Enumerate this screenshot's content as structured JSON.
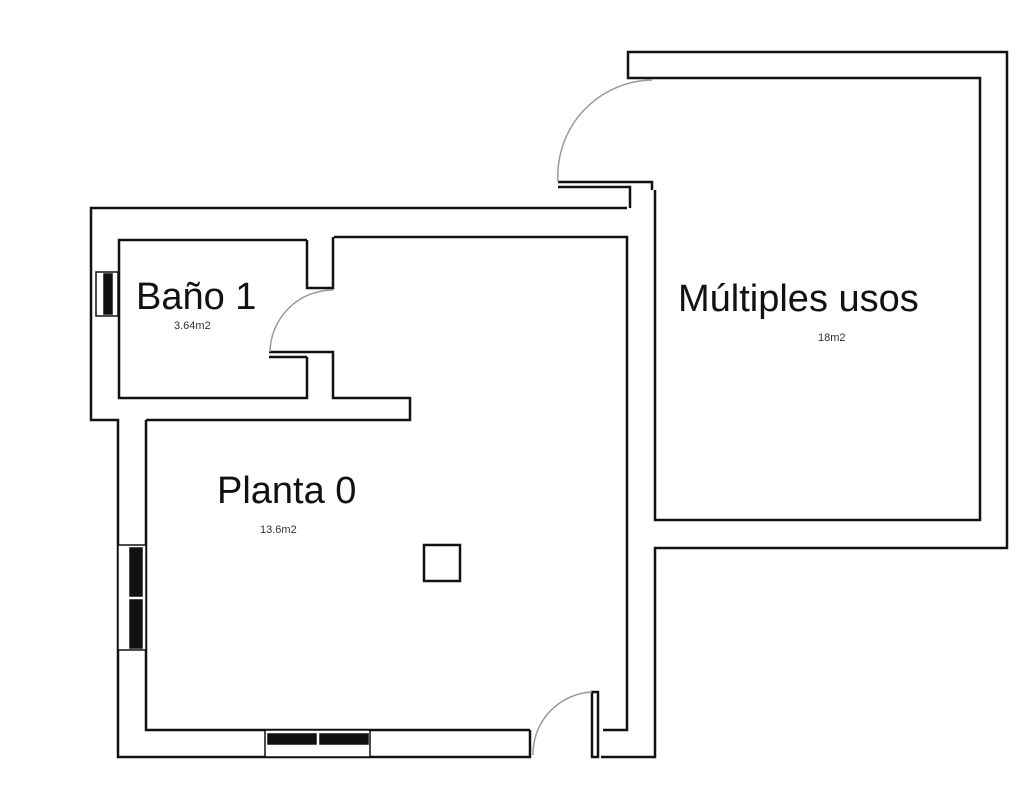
{
  "plan": {
    "rooms": [
      {
        "name": "Baño 1",
        "area": "3.64m2"
      },
      {
        "name": "Planta 0",
        "area": "13.6m2"
      },
      {
        "name": "Múltiples usos",
        "area": "18m2"
      }
    ]
  },
  "colors": {
    "wall": "#111111",
    "door_arc": "#999999",
    "background": "#ffffff"
  }
}
